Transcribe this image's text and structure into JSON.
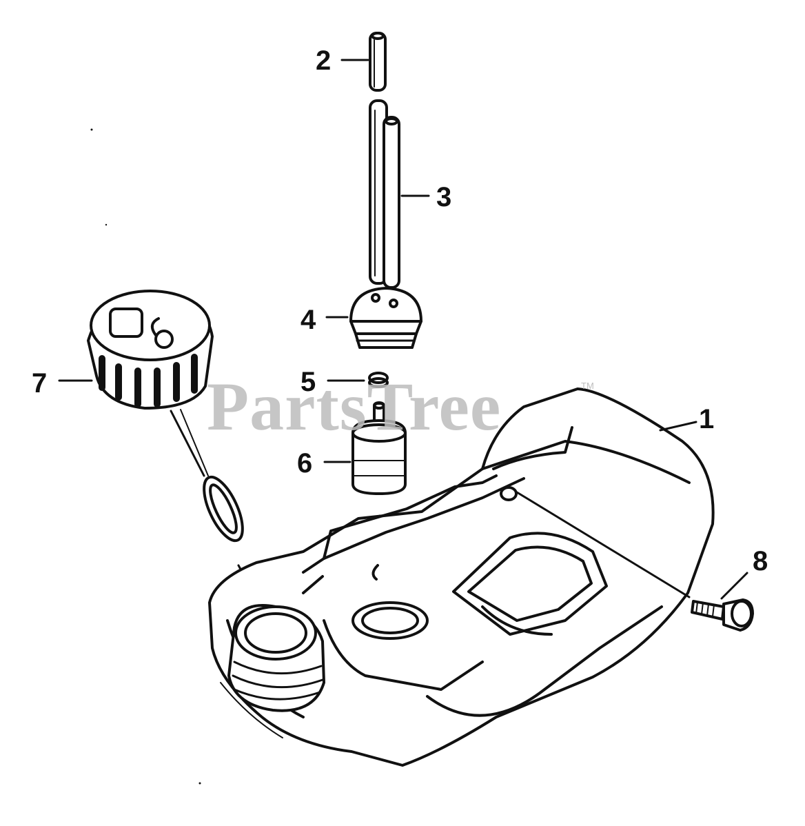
{
  "diagram": {
    "callouts": {
      "tank": "1",
      "short_tube": "2",
      "long_tubes": "3",
      "grommet": "4",
      "ring": "5",
      "fuel_filter": "6",
      "fuel_cap": "7",
      "bolt": "8"
    },
    "watermark": "PartsTree",
    "trademark": "TM",
    "line_color": "#111111",
    "watermark_color": "#bdbdbd"
  }
}
